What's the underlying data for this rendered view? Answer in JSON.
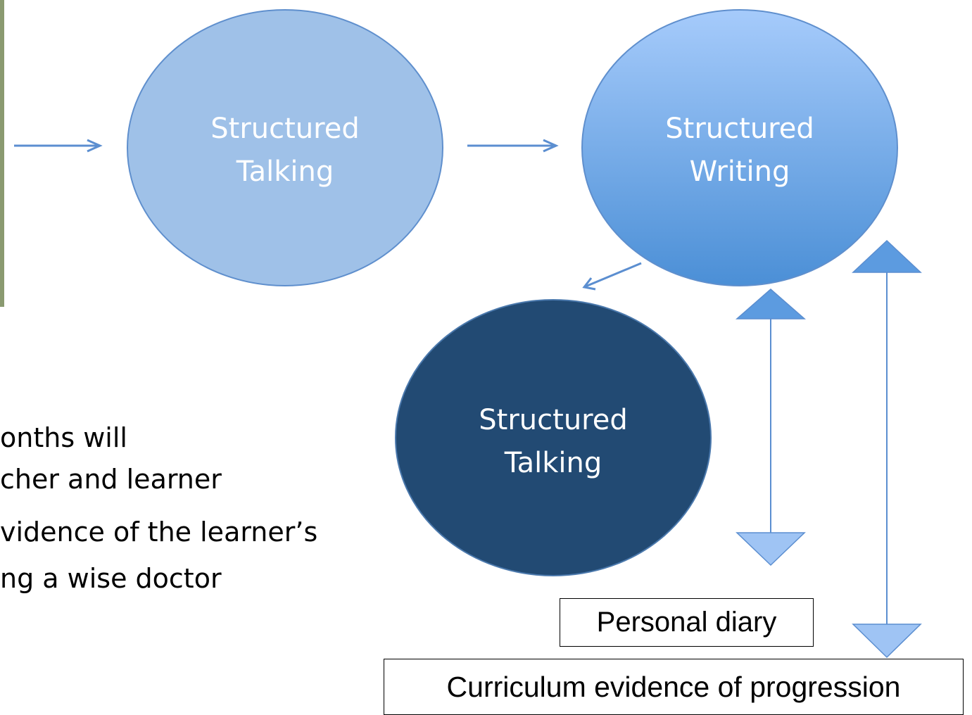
{
  "colors": {
    "arrow": "#5b8ed0",
    "circle1": "#9fc1e8",
    "circle2_top": "#a6cbfb",
    "circle2_bottom": "#4b8fd6",
    "circle3": "#224a73",
    "circle_stroke": "#5f8fcd",
    "triangle_fill": "#9fc4f4",
    "triangle_fill_dark": "#5c9be0"
  },
  "circles": [
    {
      "line1": "Structured",
      "line2": "Talking"
    },
    {
      "line1": "Structured",
      "line2": "Writing"
    },
    {
      "line1": "Structured",
      "line2": "Talking"
    }
  ],
  "body_text": [
    "onths will",
    "cher and learner",
    "vidence of the learner’s",
    "ng a wise doctor"
  ],
  "boxes": {
    "personal_diary": "Personal diary",
    "curriculum": "Curriculum evidence of progression"
  }
}
